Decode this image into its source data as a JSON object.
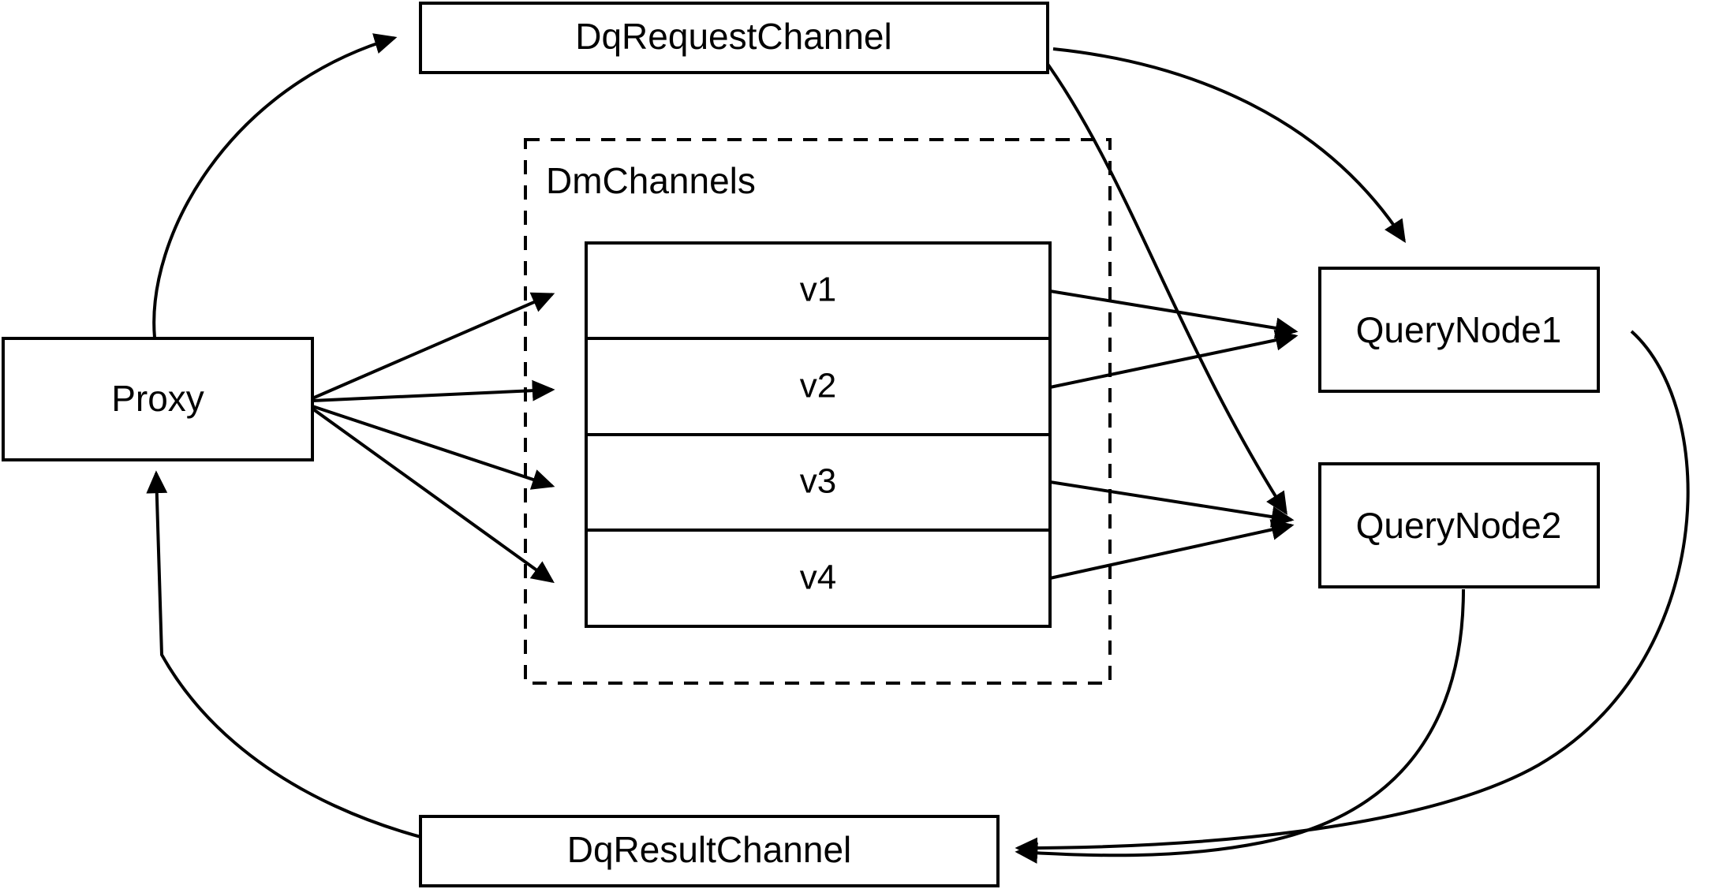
{
  "diagram": {
    "title": "Milvus distributed query message flow",
    "background_color": "#ffffff",
    "stroke_color": "#000000",
    "nodes": {
      "proxy": {
        "label": "Proxy"
      },
      "dq_request_channel": {
        "label": "DqRequestChannel"
      },
      "dq_result_channel": {
        "label": "DqResultChannel"
      },
      "query_node_1": {
        "label": "QueryNode1"
      },
      "query_node_2": {
        "label": "QueryNode2"
      }
    },
    "group": {
      "label": "DmChannels",
      "style": "dashed"
    },
    "shards": [
      {
        "label": "v1"
      },
      {
        "label": "v2"
      },
      {
        "label": "v3"
      },
      {
        "label": "v4"
      }
    ],
    "edges": [
      {
        "name": "proxy-to-dq-request-channel",
        "from": "Proxy",
        "to": "DqRequestChannel",
        "style": "curved",
        "arrow": true
      },
      {
        "name": "proxy-to-v1",
        "from": "Proxy",
        "to": "v1",
        "style": "straight",
        "arrow": true
      },
      {
        "name": "proxy-to-v2",
        "from": "Proxy",
        "to": "v2",
        "style": "straight",
        "arrow": true
      },
      {
        "name": "proxy-to-v3",
        "from": "Proxy",
        "to": "v3",
        "style": "straight",
        "arrow": true
      },
      {
        "name": "proxy-to-v4",
        "from": "Proxy",
        "to": "v4",
        "style": "straight",
        "arrow": true
      },
      {
        "name": "dq-request-channel-to-query-node-1",
        "from": "DqRequestChannel",
        "to": "QueryNode1",
        "style": "curved",
        "arrow": true
      },
      {
        "name": "dq-request-channel-to-query-node-2",
        "from": "DqRequestChannel",
        "to": "QueryNode2",
        "style": "curved",
        "arrow": true
      },
      {
        "name": "v1-to-query-node-1",
        "from": "v1",
        "to": "QueryNode1",
        "style": "straight",
        "arrow": true
      },
      {
        "name": "v2-to-query-node-1",
        "from": "v2",
        "to": "QueryNode1",
        "style": "straight",
        "arrow": true
      },
      {
        "name": "v3-to-query-node-2",
        "from": "v3",
        "to": "QueryNode2",
        "style": "straight",
        "arrow": true
      },
      {
        "name": "v4-to-query-node-2",
        "from": "v4",
        "to": "QueryNode2",
        "style": "straight",
        "arrow": true
      },
      {
        "name": "query-node-1-to-dq-result-channel",
        "from": "QueryNode1",
        "to": "DqResultChannel",
        "style": "curved",
        "arrow": true
      },
      {
        "name": "query-node-2-to-dq-result-channel",
        "from": "QueryNode2",
        "to": "DqResultChannel",
        "style": "curved",
        "arrow": true
      },
      {
        "name": "dq-result-channel-to-proxy",
        "from": "DqResultChannel",
        "to": "Proxy",
        "style": "curved",
        "arrow": true
      }
    ]
  }
}
